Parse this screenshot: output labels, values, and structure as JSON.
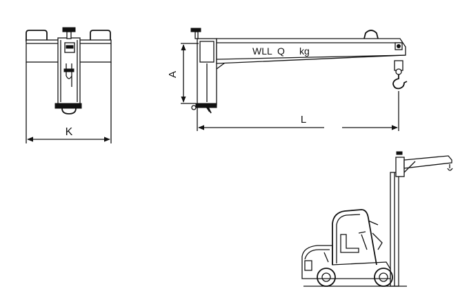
{
  "drawing": {
    "front_view": {
      "dimension_label": "K"
    },
    "side_view": {
      "height_label": "A",
      "length_label": "L",
      "boom_marking": {
        "wll": "WLL",
        "q": "Q",
        "unit": "kg"
      }
    },
    "forklift_view": {}
  },
  "colors": {
    "line": "#111111",
    "background": "#ffffff"
  }
}
